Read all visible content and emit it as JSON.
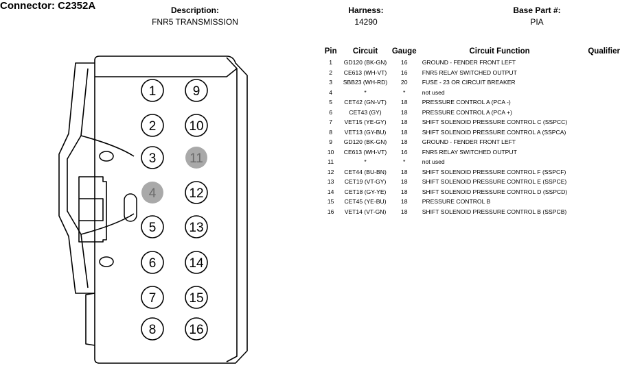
{
  "header": {
    "connector": "Connector: C2352A",
    "description_label": "Description:",
    "description_value": "FNR5 TRANSMISSION",
    "harness_label": "Harness:",
    "harness_value": "14290",
    "base_part_label": "Base Part #:",
    "base_part_value": "PIA"
  },
  "table": {
    "columns": [
      "Pin",
      "Circuit",
      "Gauge",
      "Circuit Function",
      "Qualifier"
    ],
    "rows": [
      [
        "1",
        "GD120 (BK-GN)",
        "16",
        "GROUND - FENDER FRONT LEFT",
        ""
      ],
      [
        "2",
        "CE613 (WH-VT)",
        "16",
        "FNR5 RELAY SWITCHED OUTPUT",
        ""
      ],
      [
        "3",
        "SBB23 (WH-RD)",
        "20",
        "FUSE - 23 OR CIRCUIT BREAKER",
        ""
      ],
      [
        "4",
        "*",
        "*",
        "not used",
        ""
      ],
      [
        "5",
        "CET42 (GN-VT)",
        "18",
        "PRESSURE CONTROL A (PCA -)",
        ""
      ],
      [
        "6",
        "CET43 (GY)",
        "18",
        "PRESSURE CONTROL A (PCA +)",
        ""
      ],
      [
        "7",
        "VET15 (YE-GY)",
        "18",
        "SHIFT SOLENOID PRESSURE CONTROL C (SSPCC)",
        ""
      ],
      [
        "8",
        "VET13 (GY-BU)",
        "18",
        "SHIFT SOLENOID PRESSURE CONTROL A (SSPCA)",
        ""
      ],
      [
        "9",
        "GD120 (BK-GN)",
        "18",
        "GROUND - FENDER FRONT LEFT",
        ""
      ],
      [
        "10",
        "CE613 (WH-VT)",
        "16",
        "FNR5 RELAY SWITCHED OUTPUT",
        ""
      ],
      [
        "11",
        "*",
        "*",
        "not used",
        ""
      ],
      [
        "12",
        "CET44 (BU-BN)",
        "18",
        "SHIFT SOLENOID PRESSURE CONTROL F (SSPCF)",
        ""
      ],
      [
        "13",
        "CET19 (VT-GY)",
        "18",
        "SHIFT SOLENOID PRESSURE CONTROL E (SSPCE)",
        ""
      ],
      [
        "14",
        "CET18 (GY-YE)",
        "18",
        "SHIFT SOLENOID PRESSURE CONTROL D (SSPCD)",
        ""
      ],
      [
        "15",
        "CET45 (YE-BU)",
        "18",
        "PRESSURE CONTROL B",
        ""
      ],
      [
        "16",
        "VET14 (VT-GN)",
        "18",
        "SHIFT SOLENOID PRESSURE CONTROL B (SSPCB)",
        ""
      ]
    ]
  },
  "diagram": {
    "pins": [
      {
        "label": "1",
        "used": true
      },
      {
        "label": "2",
        "used": true
      },
      {
        "label": "3",
        "used": true
      },
      {
        "label": "4",
        "used": false
      },
      {
        "label": "5",
        "used": true
      },
      {
        "label": "6",
        "used": true
      },
      {
        "label": "7",
        "used": true
      },
      {
        "label": "8",
        "used": true
      },
      {
        "label": "9",
        "used": true
      },
      {
        "label": "10",
        "used": true
      },
      {
        "label": "11",
        "used": false
      },
      {
        "label": "12",
        "used": true
      },
      {
        "label": "13",
        "used": true
      },
      {
        "label": "14",
        "used": true
      },
      {
        "label": "15",
        "used": true
      },
      {
        "label": "16",
        "used": true
      }
    ],
    "colors": {
      "outline": "#000000",
      "unused_fill": "#a9a9a9",
      "unused_text": "#6b6b6b"
    }
  }
}
